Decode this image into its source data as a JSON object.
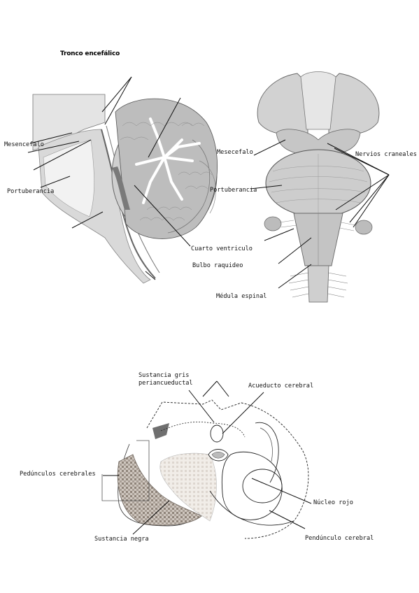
{
  "page": {
    "title": "Tronco encefálico"
  },
  "sagittal": {
    "labels": {
      "mesencefalo": "Mesencefalo",
      "portuberancia": "Portuberancia",
      "cuarto_ventriculo": "Cuarto ventriculo",
      "bulbo_raquideo": "Bulbo raquideo"
    }
  },
  "anterior": {
    "labels": {
      "mesencefalo": "Mesecefalo",
      "nervios_craneales": "Nervios craneales",
      "portuberancia": "Portuberancia",
      "medula_espinal": "Médula espinal"
    }
  },
  "section": {
    "labels": {
      "sustancia_gris_1": "Sustancia gris",
      "sustancia_gris_2": "periancueductal",
      "acueducto_cerebral": "Acueducto cerebral",
      "pedunculos_cerebrales": "Pedúnculos cerebrales",
      "nucleo_rojo": "Núcleo rojo",
      "sustancia_negra": "Sustancia negra",
      "pedunculo_cerebral": "Pendúnculo cerebral"
    }
  },
  "colors": {
    "line": "#111111",
    "illustration": "#8a8a8a",
    "hatch": "#9a8f86"
  }
}
